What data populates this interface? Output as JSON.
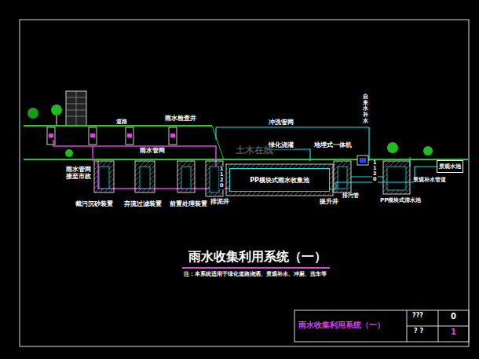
{
  "diagram": {
    "title": "雨水收集利用系统（一）",
    "caption": "注：本系统适用于绿化道路浇洒、景观补水、冲厕、洗车等",
    "nodes": [
      {
        "text": [
          "PP模块式雨水收集池"
        ]
      },
      {
        "text": [
          "景观水池"
        ]
      }
    ],
    "edges": [
      {
        "from": 0,
        "to": 1,
        "arrow": "none"
      }
    ],
    "labels": [
      "雨水检查井",
      "道路",
      "冲洗管网",
      "绿化浇灌",
      "地埋式一体机",
      "自来水补水",
      "雨水管网",
      "雨水管网 接至市政",
      "截污沉砂装置",
      "弃流过滤装置",
      "前置处理装置",
      "排泥井",
      "1120",
      "提升井",
      "排污管",
      "1120",
      "景观补水管道",
      "PP模块式清水池",
      "雨水收集利用系统（一）",
      "???",
      "0",
      "? ?",
      "1",
      "土木在线"
    ]
  }
}
